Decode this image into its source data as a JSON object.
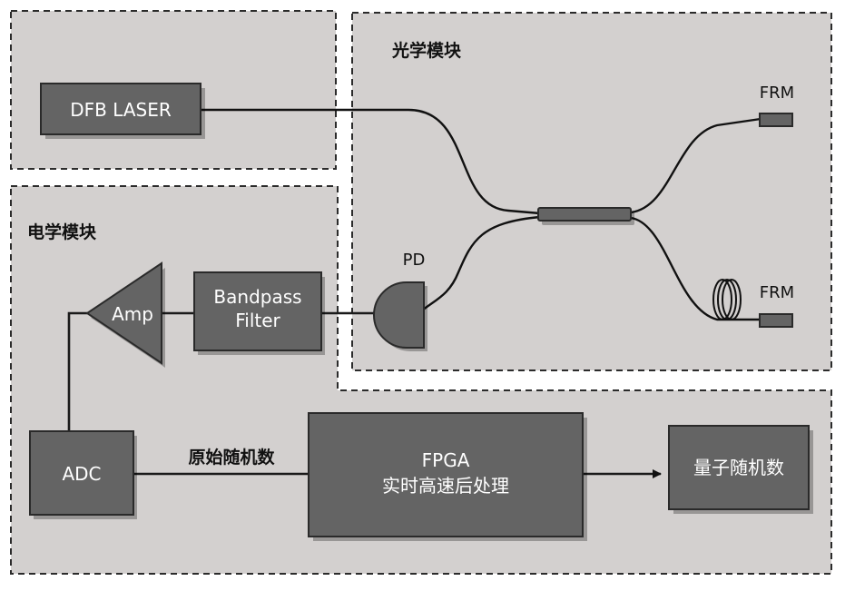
{
  "regions": {
    "optical_title": "光学模块",
    "electrical_title": "电学模块"
  },
  "blocks": {
    "dfb_laser": "DFB LASER",
    "bandpass_line1": "Bandpass",
    "bandpass_line2": "Filter",
    "amp": "Amp",
    "pd": "PD",
    "adc": "ADC",
    "fpga_line1": "FPGA",
    "fpga_line2": "实时高速后处理",
    "qrng": "量子随机数",
    "frm_top": "FRM",
    "frm_bottom": "FRM"
  },
  "links": {
    "raw_random_label": "原始随机数"
  }
}
